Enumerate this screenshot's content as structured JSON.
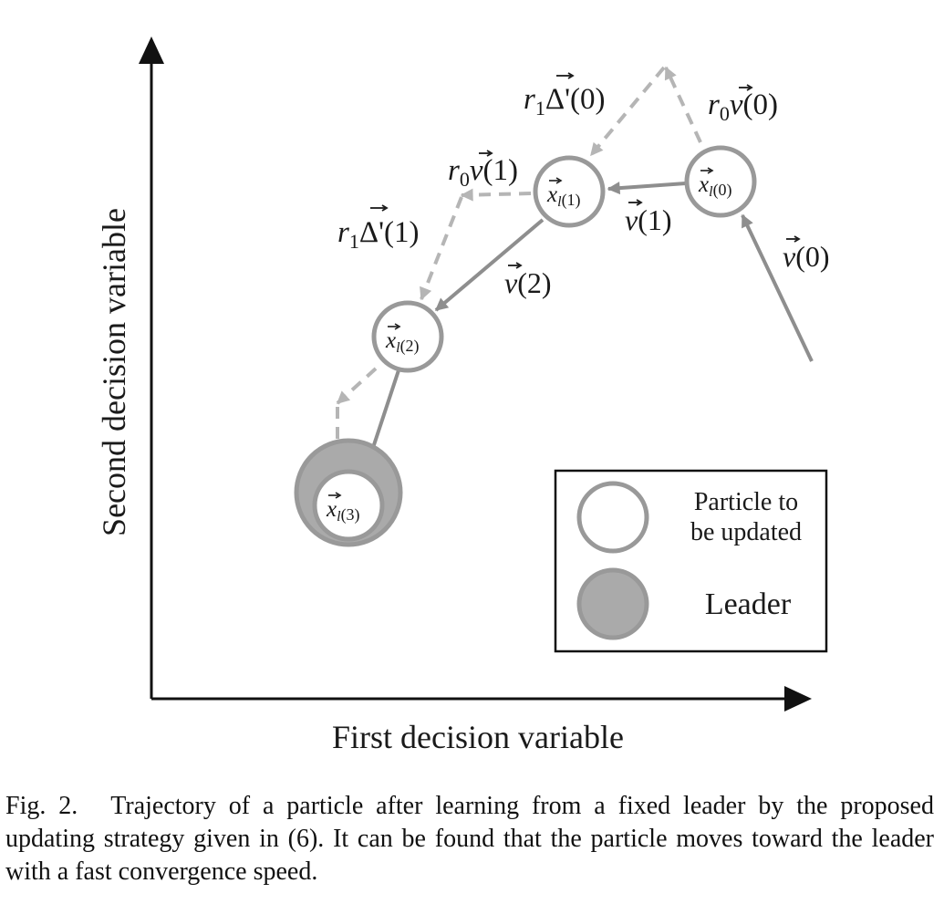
{
  "axes": {
    "x_label": "First decision variable",
    "y_label": "Second decision variable"
  },
  "particles": [
    {
      "base": "x",
      "sub": "l",
      "arg": "(0)"
    },
    {
      "base": "x",
      "sub": "l",
      "arg": "(1)"
    },
    {
      "base": "x",
      "sub": "l",
      "arg": "(2)"
    },
    {
      "base": "x",
      "sub": "l",
      "arg": "(3)"
    }
  ],
  "vectors": {
    "v0": {
      "base": "v",
      "arg": "(0)"
    },
    "v1": {
      "base": "v",
      "arg": "(1)"
    },
    "v2": {
      "base": "v",
      "arg": "(2)"
    }
  },
  "dashed_labels": {
    "r0v0": {
      "coef": "r",
      "sub": "0",
      "base": "v",
      "arg": "(0)"
    },
    "r1d0": {
      "coef": "r",
      "sub": "1",
      "base": "Δ'",
      "arg": "(0)"
    },
    "r0v1": {
      "coef": "r",
      "sub": "0",
      "base": "v",
      "arg": "(1)"
    },
    "r1d1": {
      "coef": "r",
      "sub": "1",
      "base": "Δ'",
      "arg": "(1)"
    }
  },
  "legend": {
    "particle_line1": "Particle to",
    "particle_line2": "be updated",
    "leader": "Leader"
  },
  "colors": {
    "solid_arrow": "#8e8e8e",
    "dashed_arrow": "#b5b5b5",
    "circle_stroke": "#999999",
    "leader_fill": "#aaaaaa"
  },
  "caption": {
    "label": "Fig. 2.",
    "text": "Trajectory of a particle after learning from a fixed leader by the proposed updating strategy given in (6). It can be found that the particle moves toward the leader with a fast convergence speed."
  }
}
